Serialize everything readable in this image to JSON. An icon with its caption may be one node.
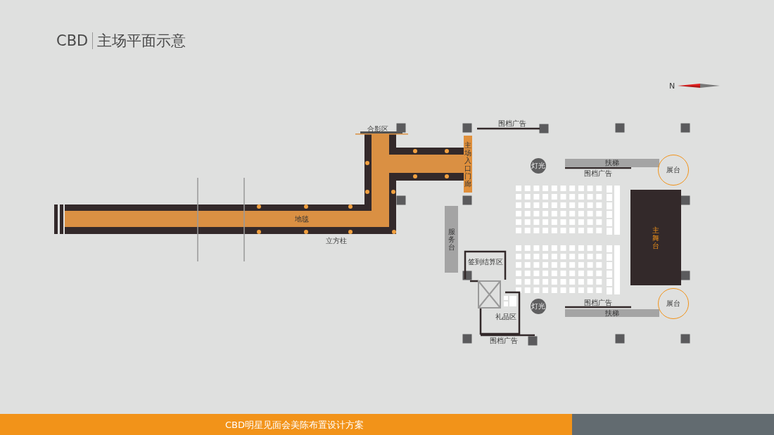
{
  "diagram": {
    "title": "CBD 主场平面示意",
    "caption": "CBD明星见面会美陈布置设计方案",
    "nodes": [
      {
        "text": [
          "地毯"
        ]
      },
      {
        "text": [
          "主场入口门廊"
        ]
      },
      {
        "text": [
          "灯光"
        ]
      },
      {
        "text": [
          "扶梯"
        ],
        "beside": [
          "围档广告"
        ]
      },
      {
        "text": [
          "展台"
        ]
      },
      {
        "text": [
          "主舞台"
        ]
      },
      {
        "text": [
          "服务台"
        ]
      },
      {
        "text": [
          "签到结算区"
        ]
      },
      {
        "text": [
          "灯光"
        ]
      },
      {
        "text": [
          "扶梯"
        ],
        "beside": [
          "围档广告"
        ]
      },
      {
        "text": [
          "展台"
        ]
      },
      {
        "text": [
          "礼品区"
        ]
      }
    ],
    "labels": [
      "N",
      "合影区",
      "围档广告",
      "立方柱",
      "围档广告"
    ]
  }
}
